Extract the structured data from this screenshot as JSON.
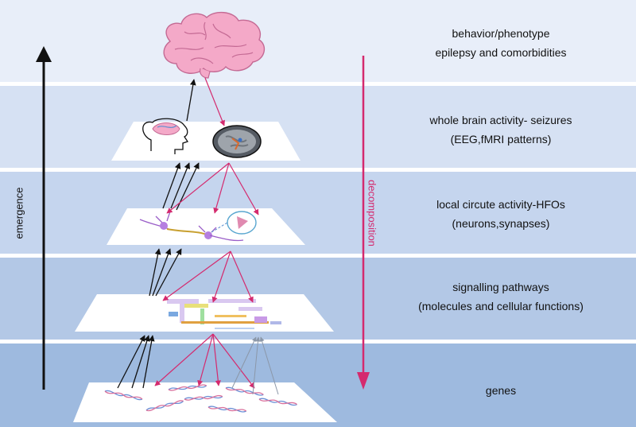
{
  "levels": [
    {
      "line1": "behavior/phenotype",
      "line2": "epilepsy and comorbidities"
    },
    {
      "line1": "whole brain activity- seizures",
      "line2": "(EEG,fMRI patterns)"
    },
    {
      "line1": "local circute activity-HFOs",
      "line2": "(neurons,synapses)"
    },
    {
      "line1": "signalling pathways",
      "line2": "(molecules and cellular functions)"
    },
    {
      "line1": "genes",
      "line2": ""
    }
  ],
  "arrows": {
    "emergence": "emergence",
    "decomposition": "decomposition"
  },
  "colors": {
    "band_1": "#e8eef9",
    "band_2": "#d6e1f3",
    "band_3": "#c5d5ee",
    "band_4": "#b3c8e6",
    "band_5": "#9ebadf",
    "upward_arrow": "#111111",
    "downward_arrow": "#d42a6e",
    "gray_arrow": "#8b97a8",
    "brain": "#f4a9c8"
  }
}
